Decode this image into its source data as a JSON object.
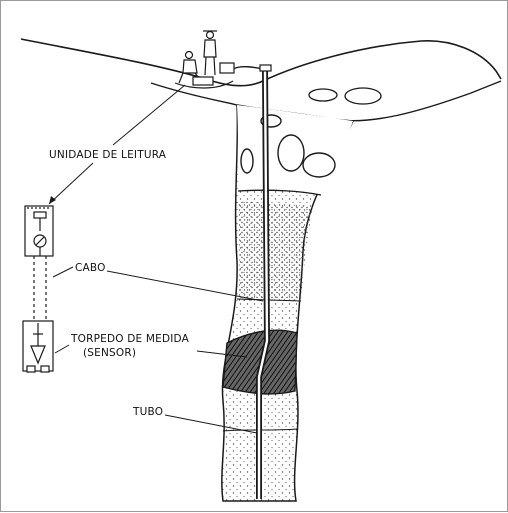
{
  "labels": {
    "reading_unit": "UNIDADE DE LEITURA",
    "cable": "CABO",
    "probe_line1": "TORPEDO DE MEDIDA",
    "probe_line2": "(SENSOR)",
    "tube": "TUBO"
  },
  "colors": {
    "ink": "#1a1a1a",
    "stipple": "#555555",
    "hatch": "#333333",
    "background": "#ffffff",
    "frame": "#9a9a9a"
  }
}
